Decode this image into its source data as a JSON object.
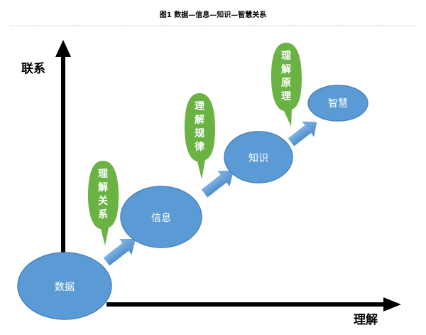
{
  "figure": {
    "title": "图1  数据—信息—知识—智慧关系"
  },
  "axes": {
    "y_label": "联系",
    "x_label": "理解"
  },
  "nodes": [
    {
      "id": "data",
      "label": "数据"
    },
    {
      "id": "info",
      "label": "信息"
    },
    {
      "id": "knowledge",
      "label": "知识"
    },
    {
      "id": "wisdom",
      "label": "智慧"
    }
  ],
  "bubbles": [
    {
      "id": "understand-relation",
      "chars": [
        "理",
        "解",
        "关",
        "系"
      ]
    },
    {
      "id": "understand-pattern",
      "chars": [
        "理",
        "解",
        "规",
        "律"
      ]
    },
    {
      "id": "understand-principle",
      "chars": [
        "理",
        "解",
        "原",
        "理"
      ]
    }
  ],
  "colors": {
    "node_fill": "#5b9bd5",
    "node_stroke": "#4a84bd",
    "bubble_fill": "#6bb244",
    "arrow_fill": "#5b9bd5",
    "axis": "#000000"
  }
}
